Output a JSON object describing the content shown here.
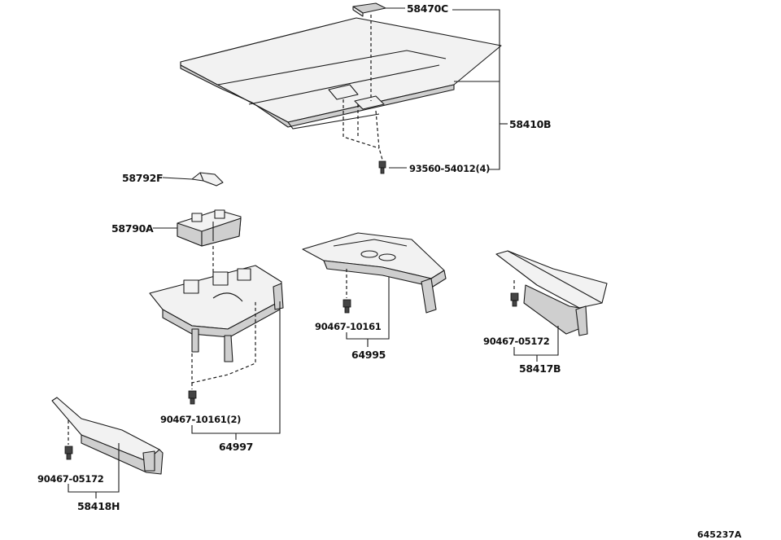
{
  "labels": {
    "p58470C": "58470C",
    "p58410B": "58410B",
    "p93560": "93560-54012(4)",
    "p58792F": "58792F",
    "p58790A": "58790A",
    "p90467_10161": "90467-10161",
    "p64995": "64995",
    "p90467_05172_r": "90467-05172",
    "p58417B": "58417B",
    "p90467_10161_2": "90467-10161(2)",
    "p64997": "64997",
    "p90467_05172_l": "90467-05172",
    "p58418H": "58418H"
  },
  "diagram_ref": "645237A"
}
